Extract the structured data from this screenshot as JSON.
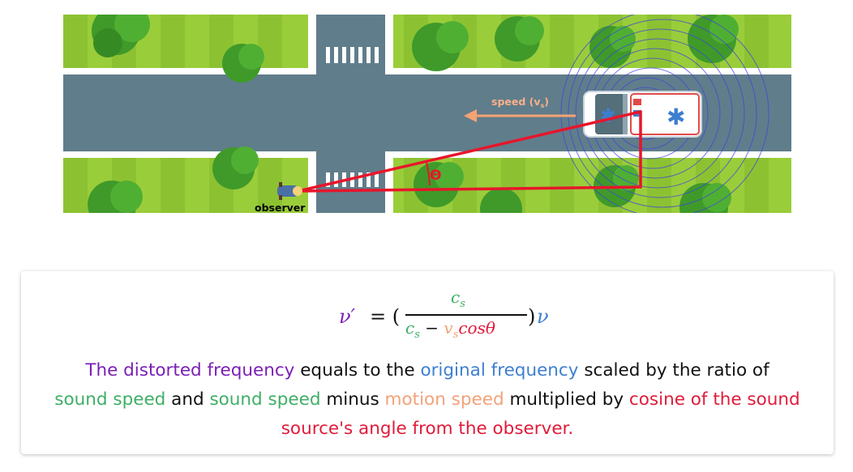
{
  "scene": {
    "speed_label_main": "speed (v",
    "speed_label_sub": "s",
    "speed_label_close": ")",
    "angle_symbol": "Θ",
    "observer_label": "observer"
  },
  "equation": {
    "lhs": "ν′",
    "equals": "= (",
    "numerator": "c",
    "numerator_sub": "s",
    "denominator_c": "c",
    "denominator_c_sub": "s",
    "minus": " − ",
    "denominator_v": "v",
    "denominator_v_sub": "s",
    "denominator_cos": "cosθ",
    "close_paren": ")",
    "rhs": "ν"
  },
  "description": {
    "p1": "The distorted frequency",
    "p2": " equals to the ",
    "p3": "original frequency",
    "p4": " scaled by the ratio of ",
    "p5": "sound speed",
    "p6": " and ",
    "p7": "sound speed",
    "p8": " minus ",
    "p9": "motion speed",
    "p10": " multiplied by ",
    "p11": "cosine of the sound source's angle from the observer."
  },
  "colors": {
    "grass": "#9acd3a",
    "road": "#607d8b",
    "tree": "#3f9a2a",
    "wave": "#3f46d8",
    "line_red": "#e8152b",
    "speed_arrow": "#f4a373",
    "purple": "#7a1fb5",
    "blue": "#3e7fd0",
    "green": "#3fae66",
    "orange": "#f2a27a",
    "red": "#e01b3a"
  }
}
